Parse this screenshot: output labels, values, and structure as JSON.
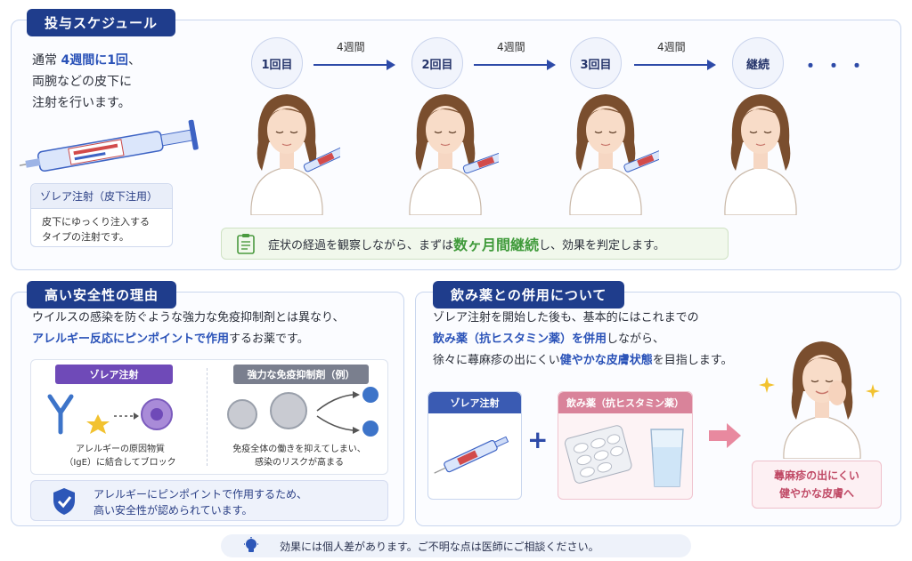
{
  "schedule": {
    "title": "投与スケジュール",
    "intro_line1_pre": "通常 ",
    "intro_line1_hl": "4週間に1回",
    "intro_line1_post": "、",
    "intro_line2": "両腕などの皮下に",
    "intro_line3": "注射を行います。",
    "steps": [
      "1回目",
      "2回目",
      "3回目",
      "継続"
    ],
    "interval_label": "4週間",
    "dots": "・・・",
    "injection_label": {
      "title": "ゾレア注射（皮下注用）",
      "line1": "皮下にゆっくり注入する",
      "line2": "タイプの注射です。"
    },
    "observation": {
      "pre": "症状の経過を観察しながら、まずは ",
      "hl": "数ヶ月間継続",
      "post": " し、効果を判定します。"
    }
  },
  "safety": {
    "title": "高い安全性の理由",
    "line1": "ウイルスの感染を防ぐような強力な免疫抑制剤とは異なり、",
    "line2_hl": "アレルギー反応にピンポイントで作用",
    "line2_post": "するお薬です。",
    "left_tag": "ゾレア注射",
    "left_caption1": "アレルギーの原因物質",
    "left_caption2": "（IgE）に結合してブロック",
    "right_tag": "強力な免疫抑制剤（例）",
    "right_caption1": "免疫全体の働きを抑えてしまい、",
    "right_caption2": "感染のリスクが高まる",
    "conclusion1": "アレルギーにピンポイントで作用するため、",
    "conclusion2": "高い安全性が認められています。"
  },
  "combo": {
    "title": "飲み薬との併用について",
    "line1": "ゾレア注射を開始した後も、基本的にはこれまでの",
    "line2_hl": "飲み薬（抗ヒスタミン薬）を併用",
    "line2_post": "しながら、",
    "line3_pre": "徐々に蕁麻疹の出にくい",
    "line3_hl": "健やかな皮膚状態",
    "line3_post": "を目指します。",
    "card1_tag": "ゾレア注射",
    "card2_tag": "飲み薬（抗ヒスタミン薬）",
    "plus": "+",
    "result1": "蕁麻疹の出にくい",
    "result2": "健やかな皮膚へ"
  },
  "footer": {
    "text": "効果には個人差があります。ご不明な点は医師にご相談ください。"
  },
  "colors": {
    "navy": "#1f3d8c",
    "accent_blue": "#2a52b8",
    "green": "#3f9a3a",
    "pink": "#e8a3b4"
  },
  "icons": [
    "clipboard-icon",
    "shield-check-icon",
    "lightbulb-icon",
    "arrow-right-icon",
    "sparkle-icon"
  ]
}
